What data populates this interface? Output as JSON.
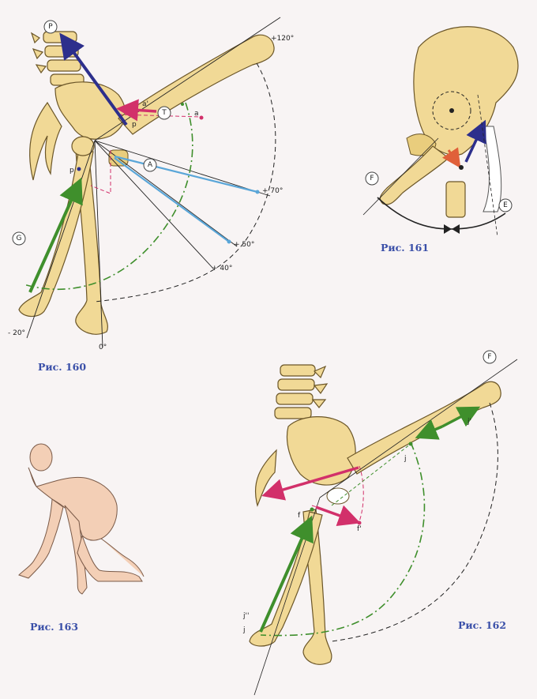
{
  "figures": {
    "fig160": {
      "caption": "Рис. 160",
      "angles": [
        "+120°",
        "+ 70°",
        "+ 50°",
        "+ 40°",
        "0°",
        "- 20°"
      ],
      "circle_labels": [
        "P",
        "T",
        "A",
        "G"
      ],
      "point_labels": [
        "a'",
        "a",
        "p",
        "p"
      ]
    },
    "fig161": {
      "caption": "Рис. 161",
      "circle_labels": [
        "F",
        "E"
      ]
    },
    "fig162": {
      "caption": "Рис. 162",
      "circle_labels": [
        "F"
      ],
      "point_labels": [
        "j'",
        "j",
        "f",
        "f'",
        "j''",
        "j"
      ]
    },
    "fig163": {
      "caption": "Рис. 163"
    }
  },
  "colors": {
    "bone": "#f1d996",
    "muscle_green": "#3f8f2c",
    "arrow_pink": "#d2306a",
    "arrow_blue": "#2d2f8c",
    "line_blue": "#5aa6d8",
    "caption_blue": "#3a4fa8"
  }
}
